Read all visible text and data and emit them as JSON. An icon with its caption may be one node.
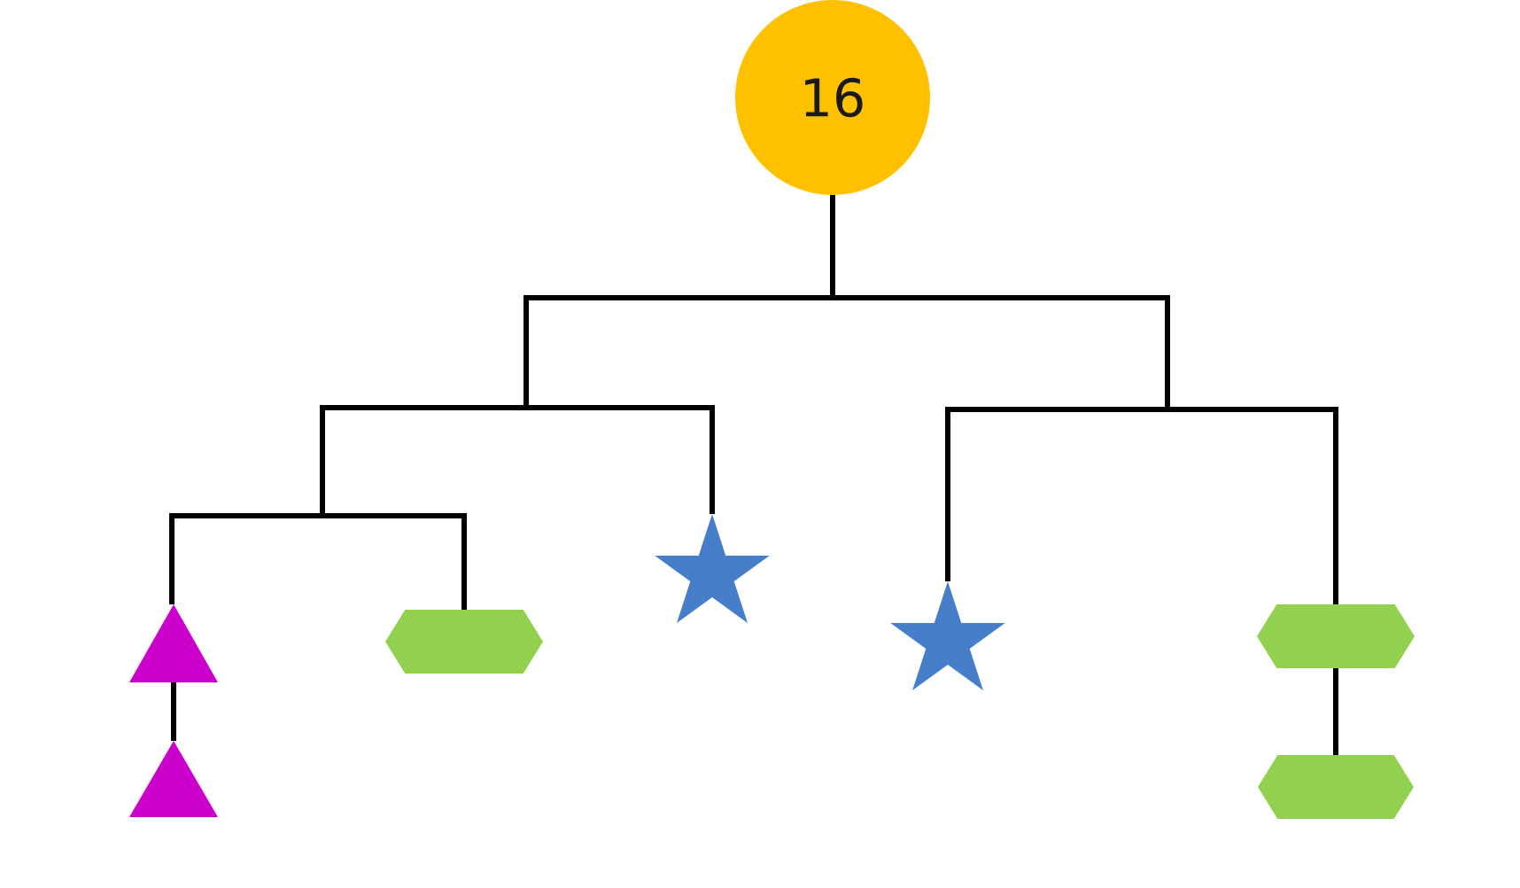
{
  "diagram": {
    "nodes": [
      {
        "text": [
          "16"
        ]
      },
      {
        "text": [],
        "shape": "bar"
      },
      {
        "text": [],
        "shape": "bar"
      },
      {
        "text": [],
        "shape": "bar"
      },
      {
        "text": [],
        "shape": "bar"
      },
      {
        "text": [],
        "shape": "triangle"
      },
      {
        "text": [],
        "shape": "hexagon"
      },
      {
        "text": [],
        "shape": "star"
      },
      {
        "text": [],
        "shape": "star"
      },
      {
        "text": [],
        "shape": "hexagon"
      },
      {
        "text": [],
        "shape": "triangle"
      },
      {
        "text": [],
        "shape": "hexagon"
      }
    ],
    "edges": [
      {
        "from": 0,
        "to": 1,
        "arrow": "none"
      },
      {
        "from": 1,
        "to": 2,
        "arrow": "none"
      },
      {
        "from": 1,
        "to": 3,
        "arrow": "none"
      },
      {
        "from": 2,
        "to": 4,
        "arrow": "none"
      },
      {
        "from": 2,
        "to": 7,
        "arrow": "none"
      },
      {
        "from": 3,
        "to": 8,
        "arrow": "none"
      },
      {
        "from": 3,
        "to": 9,
        "arrow": "none"
      },
      {
        "from": 4,
        "to": 5,
        "arrow": "none"
      },
      {
        "from": 4,
        "to": 6,
        "arrow": "none"
      },
      {
        "from": 5,
        "to": 10,
        "arrow": "none"
      },
      {
        "from": 9,
        "to": 11,
        "arrow": "none"
      }
    ]
  }
}
